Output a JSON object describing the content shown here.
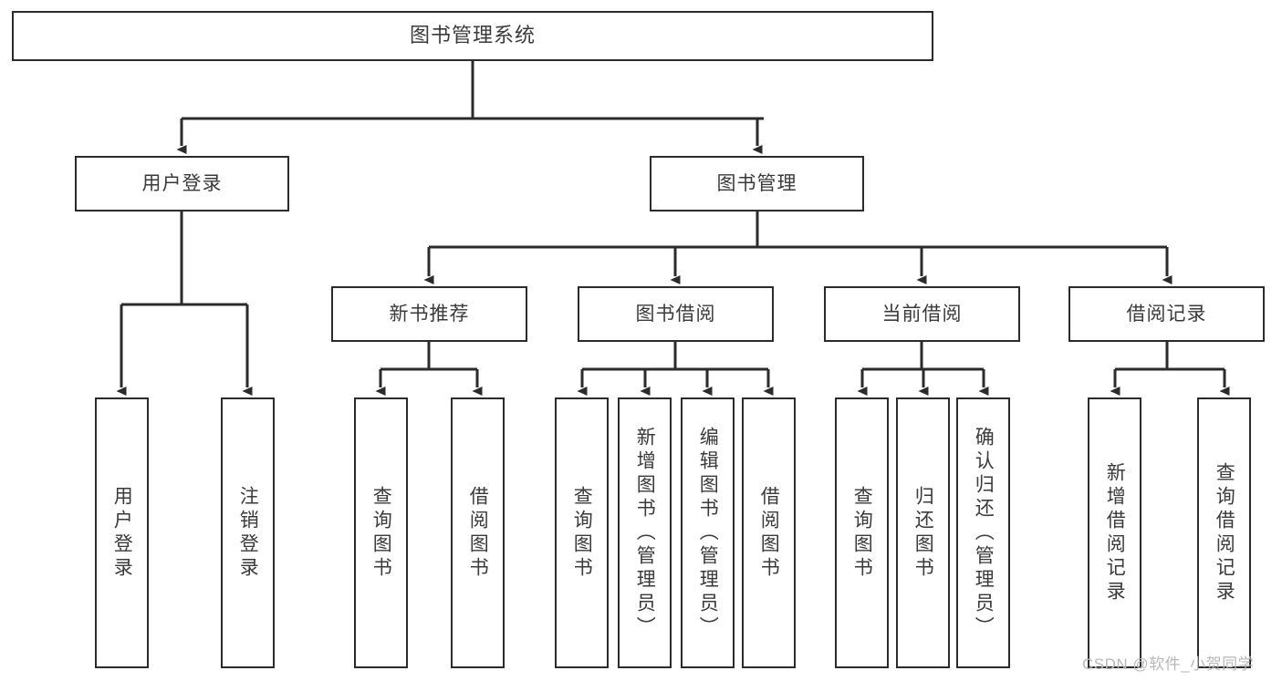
{
  "diagram": {
    "title": "图书管理系统",
    "type": "hierarchy-tree",
    "watermark": "CSDN @软件_小贺同学",
    "colors": {
      "box_border": "#2b2b2b",
      "box_fill": "#ffffff",
      "text": "#3a3a3a",
      "edge": "#2b2b2b",
      "watermark": "#b8b8b8"
    },
    "root": {
      "id": "root",
      "label": "图书管理系统",
      "orientation": "horizontal"
    },
    "level2": [
      {
        "id": "user-login",
        "label": "用户登录",
        "orientation": "horizontal"
      },
      {
        "id": "book-management",
        "label": "图书管理",
        "orientation": "horizontal"
      }
    ],
    "level3": [
      {
        "id": "new-book-recommend",
        "label": "新书推荐",
        "orientation": "horizontal",
        "parent": "book-management"
      },
      {
        "id": "book-borrow",
        "label": "图书借阅",
        "orientation": "horizontal",
        "parent": "book-management"
      },
      {
        "id": "current-borrow",
        "label": "当前借阅",
        "orientation": "horizontal",
        "parent": "book-management"
      },
      {
        "id": "borrow-record",
        "label": "借阅记录",
        "orientation": "horizontal",
        "parent": "book-management"
      }
    ],
    "leaves": [
      {
        "id": "leaf-user-login",
        "label": "用户登录",
        "parent": "user-login",
        "orientation": "vertical"
      },
      {
        "id": "leaf-user-logout",
        "label": "注销登录",
        "parent": "user-login",
        "orientation": "vertical"
      },
      {
        "id": "leaf-query-book-1",
        "label": "查询图书",
        "parent": "new-book-recommend",
        "orientation": "vertical"
      },
      {
        "id": "leaf-borrow-book-1",
        "label": "借阅图书",
        "parent": "new-book-recommend",
        "orientation": "vertical"
      },
      {
        "id": "leaf-query-book-2",
        "label": "查询图书",
        "parent": "book-borrow",
        "orientation": "vertical"
      },
      {
        "id": "leaf-add-book",
        "label": "新增图书（管理员）",
        "parent": "book-borrow",
        "orientation": "vertical"
      },
      {
        "id": "leaf-edit-book",
        "label": "编辑图书（管理员）",
        "parent": "book-borrow",
        "orientation": "vertical"
      },
      {
        "id": "leaf-borrow-book-2",
        "label": "借阅图书",
        "parent": "book-borrow",
        "orientation": "vertical"
      },
      {
        "id": "leaf-query-book-3",
        "label": "查询图书",
        "parent": "current-borrow",
        "orientation": "vertical"
      },
      {
        "id": "leaf-return-book",
        "label": "归还图书",
        "parent": "current-borrow",
        "orientation": "vertical"
      },
      {
        "id": "leaf-confirm-return",
        "label": "确认归还（管理员）",
        "parent": "current-borrow",
        "orientation": "vertical"
      },
      {
        "id": "leaf-add-record",
        "label": "新增借阅记录",
        "parent": "borrow-record",
        "orientation": "vertical"
      },
      {
        "id": "leaf-query-record",
        "label": "查询借阅记录",
        "parent": "borrow-record",
        "orientation": "vertical"
      }
    ]
  }
}
